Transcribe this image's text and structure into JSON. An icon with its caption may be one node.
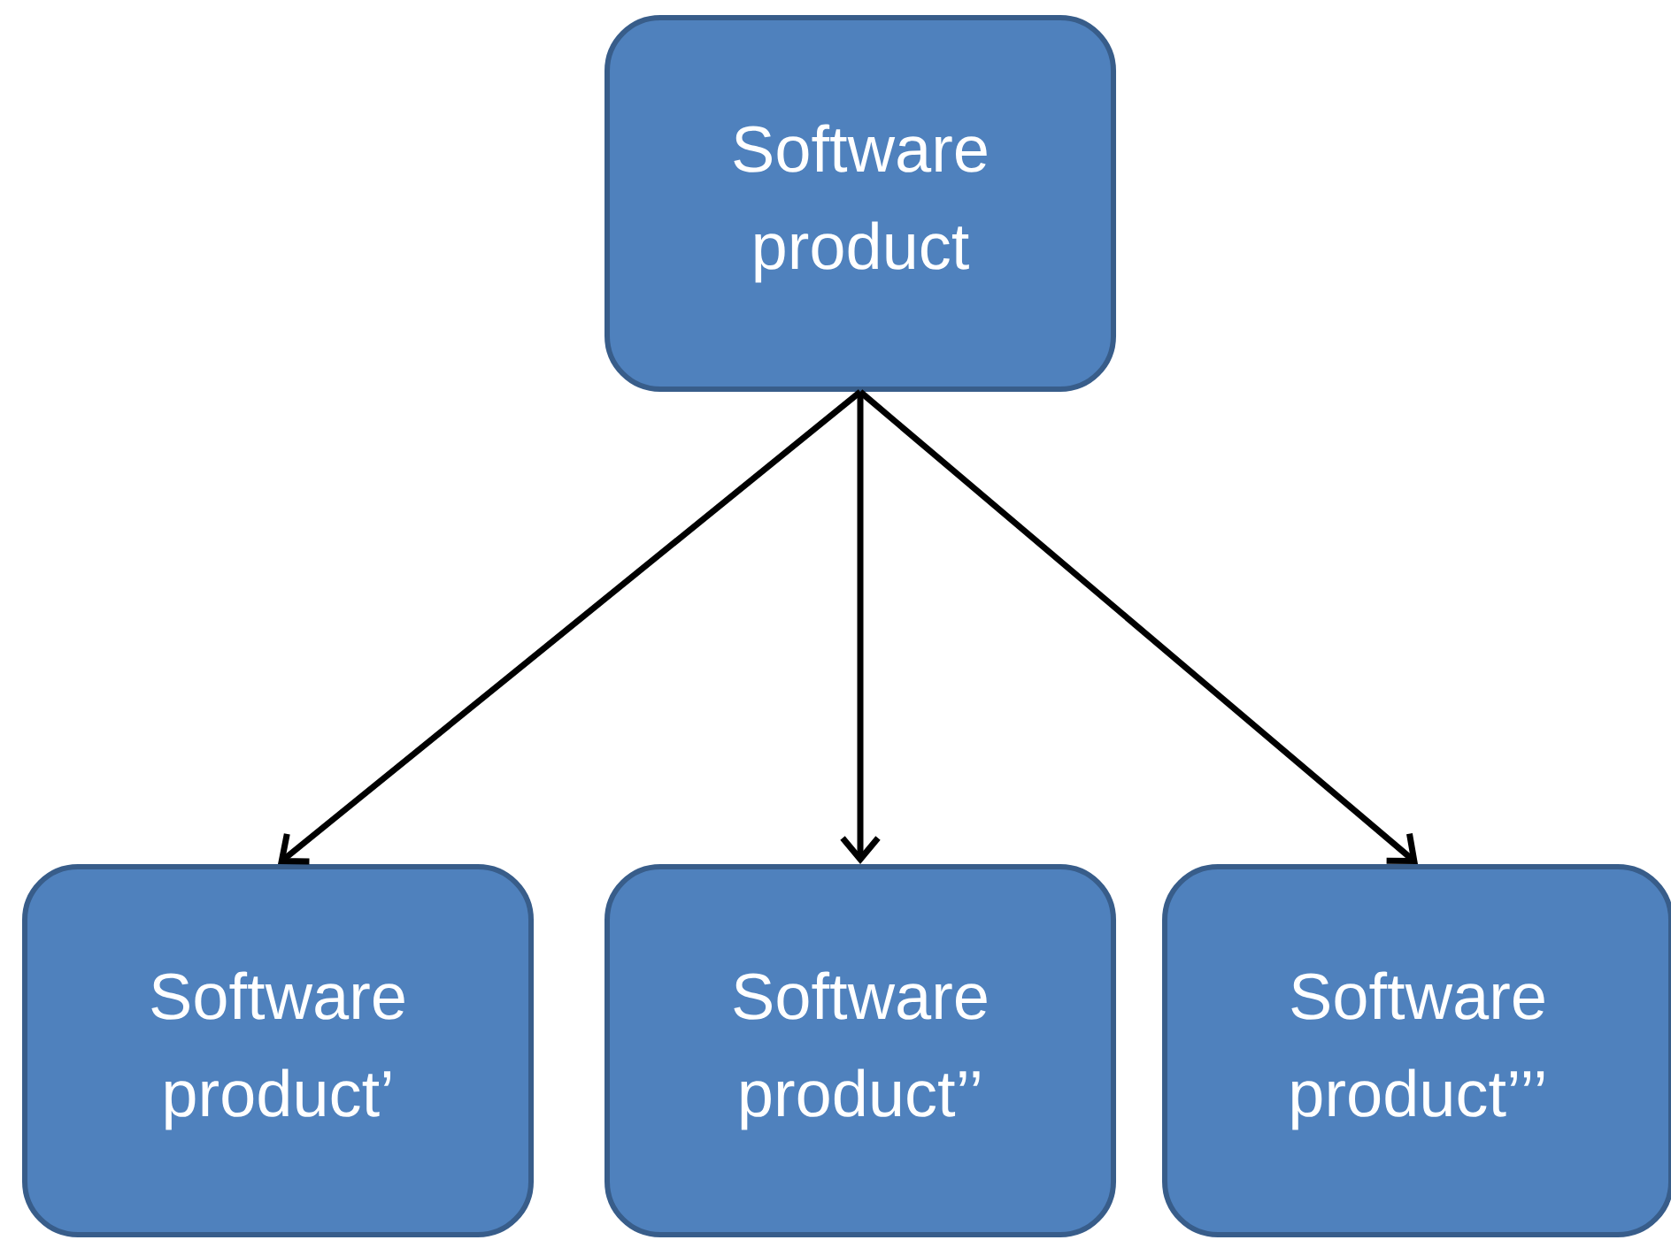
{
  "diagram": {
    "nodes": [
      {
        "text": [
          "Software product"
        ]
      },
      {
        "text": [
          "Software product’"
        ]
      },
      {
        "text": [
          "Software product’’"
        ]
      },
      {
        "text": [
          "Software product’’’"
        ]
      }
    ],
    "edges": [
      {
        "from": 0,
        "to": 1,
        "arrow": "to"
      },
      {
        "from": 0,
        "to": 2,
        "arrow": "to"
      },
      {
        "from": 0,
        "to": 3,
        "arrow": "to"
      }
    ]
  }
}
